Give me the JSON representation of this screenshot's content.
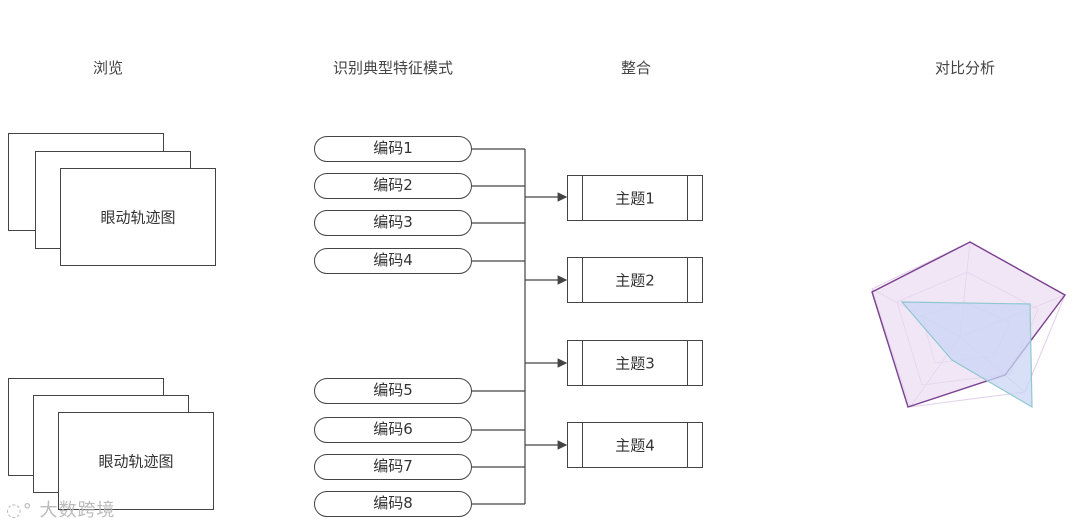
{
  "headings": {
    "browse": "浏览",
    "identify": "识别典型特征模式",
    "integrate": "整合",
    "compare": "对比分析"
  },
  "stacks": {
    "top_label": "眼动轨迹图",
    "bottom_label": "眼动轨迹图"
  },
  "codes": [
    "编码1",
    "编码2",
    "编码3",
    "编码4",
    "编码5",
    "编码6",
    "编码7",
    "编码8"
  ],
  "themes": [
    "主题1",
    "主题2",
    "主题3",
    "主题4"
  ],
  "radar": {
    "axes": 5,
    "colors": {
      "purple": "#7a3f8f",
      "teal": "#8fc8d0",
      "fill_purple": "#e6d6ee",
      "fill_blue": "#c8d4f2"
    }
  },
  "watermark": "大数跨境"
}
